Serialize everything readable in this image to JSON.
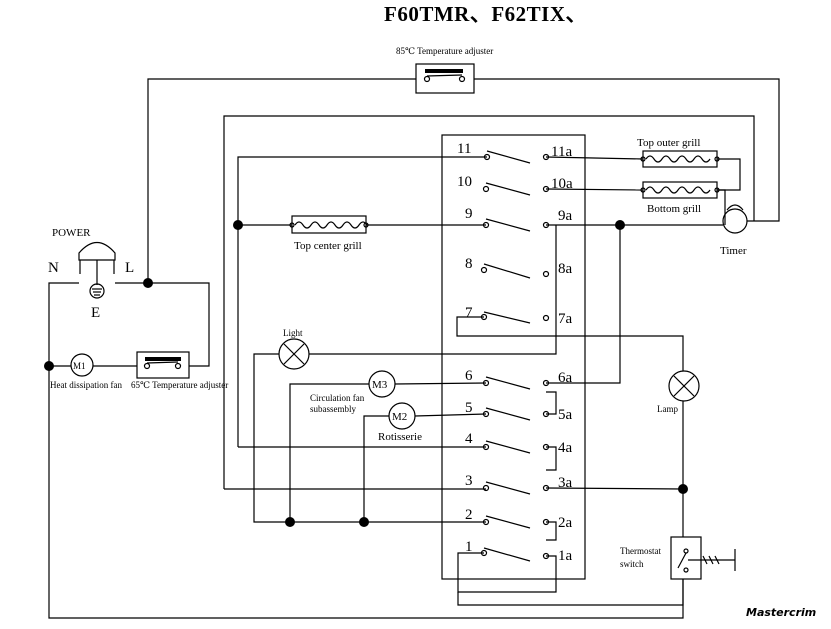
{
  "title": "F60TMR、F62TIX、",
  "labels": {
    "temp85": "85℃ Temperature adjuster",
    "power": "POWER",
    "n": "N",
    "l": "L",
    "e": "E",
    "m1": "M1",
    "fan_m1": "Heat dissipation fan",
    "temp65": "65℃ Temperature adjuster",
    "light": "Light",
    "m3": "M3",
    "circ1": "Circulation fan",
    "circ2": "subassembly",
    "m2": "M2",
    "rotisserie": "Rotisserie",
    "top_center": "Top center grill",
    "top_outer": "Top outer grill",
    "bottom": "Bottom grill",
    "timer": "Timer",
    "lamp": "Lamp",
    "thermo1": "Thermostat",
    "thermo2": "switch",
    "watermark": "Mastercrim"
  },
  "switch_left": [
    "11",
    "10",
    "9",
    "8",
    "7",
    "6",
    "5",
    "4",
    "3",
    "2",
    "1"
  ],
  "switch_right": [
    "11a",
    "10a",
    "9a",
    "8a",
    "7a",
    "6a",
    "5a",
    "4a",
    "3a",
    "2a",
    "1a"
  ]
}
